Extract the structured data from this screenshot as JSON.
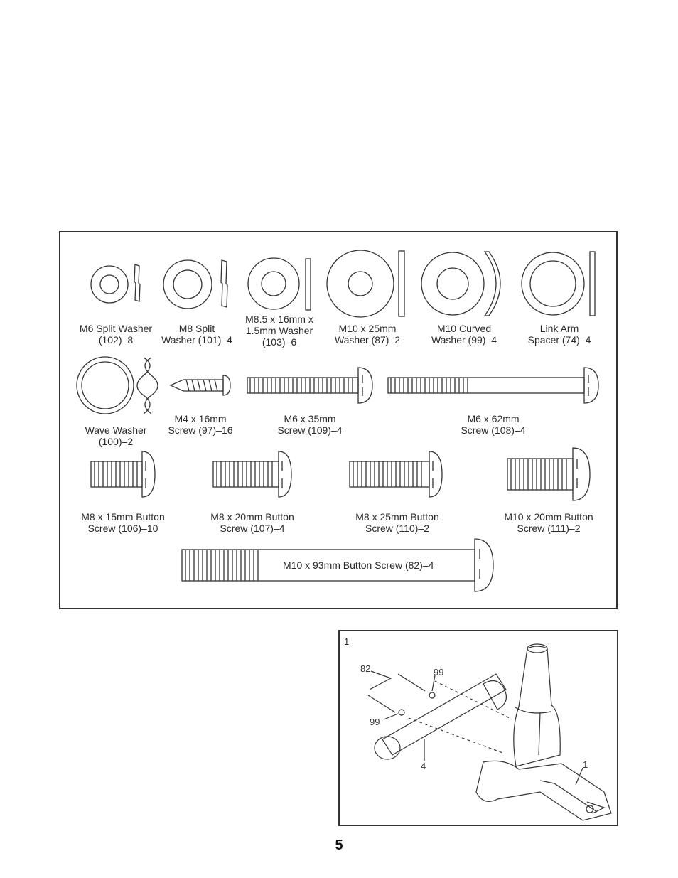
{
  "parts": [
    {
      "id": "m6-split-washer",
      "label": "M6 Split Washer\n(102)–8"
    },
    {
      "id": "m8-split-washer",
      "label": "M8 Split\nWasher (101)–4"
    },
    {
      "id": "m85-washer",
      "label": "M8.5 x 16mm x\n1.5mm Washer\n(103)–6"
    },
    {
      "id": "m10-washer",
      "label": "M10 x 25mm\nWasher (87)–2"
    },
    {
      "id": "m10-curved-washer",
      "label": "M10 Curved\nWasher (99)–4"
    },
    {
      "id": "link-arm-spacer",
      "label": "Link Arm\nSpacer (74)–4"
    },
    {
      "id": "wave-washer",
      "label": "Wave Washer\n(100)–2"
    },
    {
      "id": "m4-screw",
      "label": "M4 x 16mm\nScrew (97)–16"
    },
    {
      "id": "m6-35-screw",
      "label": "M6 x 35mm\nScrew (109)–4"
    },
    {
      "id": "m6-62-screw",
      "label": "M6 x 62mm\nScrew (108)–4"
    },
    {
      "id": "m8-15-button",
      "label": "M8 x 15mm Button\nScrew (106)–10"
    },
    {
      "id": "m8-20-button",
      "label": "M8 x 20mm Button\nScrew (107)–4"
    },
    {
      "id": "m8-25-button",
      "label": "M8 x 25mm Button\nScrew (110)–2"
    },
    {
      "id": "m10-20-button",
      "label": "M10 x 20mm Button\nScrew (111)–2"
    },
    {
      "id": "m10-93-button",
      "label": "M10 x 93mm Button Screw (82)–4"
    }
  ],
  "step": {
    "number": "1",
    "callouts": {
      "bolt": "82",
      "washer_top": "99",
      "washer_bottom": "99",
      "arm": "4",
      "frame": "1"
    }
  },
  "page_number": "5"
}
